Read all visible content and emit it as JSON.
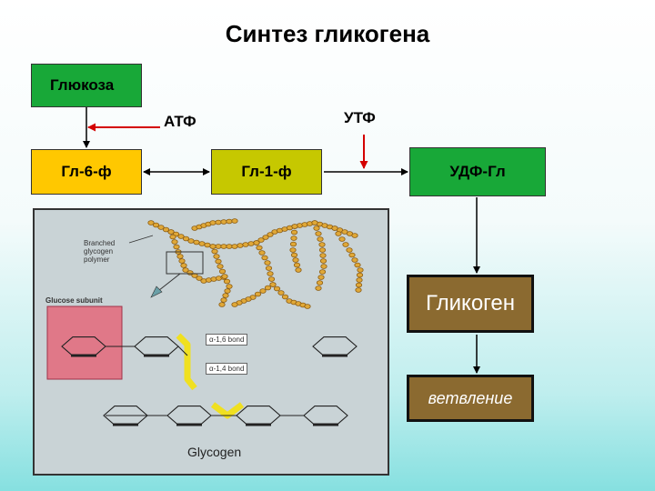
{
  "title": "Синтез гликогена",
  "boxes": {
    "glucose": "Глюкоза",
    "g6p": "Гл-6-ф",
    "g1p": "Гл-1-ф",
    "udpg": "УДФ-Гл",
    "glycogen": "Гликоген",
    "branching": "ветвление"
  },
  "labels": {
    "atf": "АТФ",
    "utf": "УТФ"
  },
  "figure": {
    "branched_label": "Branched glycogen polymer",
    "glucose_subunit": "Glucose subunit",
    "bond_16": "α-1,6 bond",
    "bond_14": "α-1,4 bond",
    "caption": "Glycogen"
  },
  "colors": {
    "arrow_black": "#000000",
    "arrow_red": "#d40000",
    "glucose_green": "#18a838",
    "g6p_yellow": "#ffc800",
    "glycogen_brown": "#8b6a30"
  }
}
